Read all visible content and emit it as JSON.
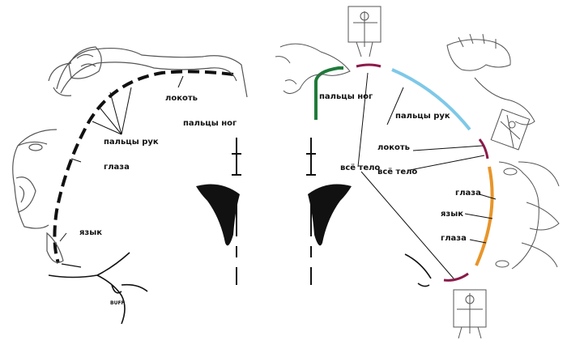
{
  "labels": {
    "left_elbow": "локоть",
    "left_toes": "пальцы ног",
    "left_fingers": "пальцы рук",
    "left_eyes": "глаза",
    "left_tongue": "язык",
    "left_signature": "BUFF",
    "right_toes": "пальцы ног",
    "right_fingers": "пальцы рук",
    "right_elbow": "локоть",
    "right_body_1": "всё тело",
    "right_body_2": "всё тело",
    "right_eyes_top": "глаза",
    "right_tongue": "язык",
    "right_eyes_bottom": "глаза"
  },
  "colors": {
    "ink": "#111111",
    "sketch": "#555555",
    "green": "#1e7a3a",
    "maroon": "#8b1a4a",
    "sky": "#7ec8e8",
    "orange": "#e8952a"
  }
}
